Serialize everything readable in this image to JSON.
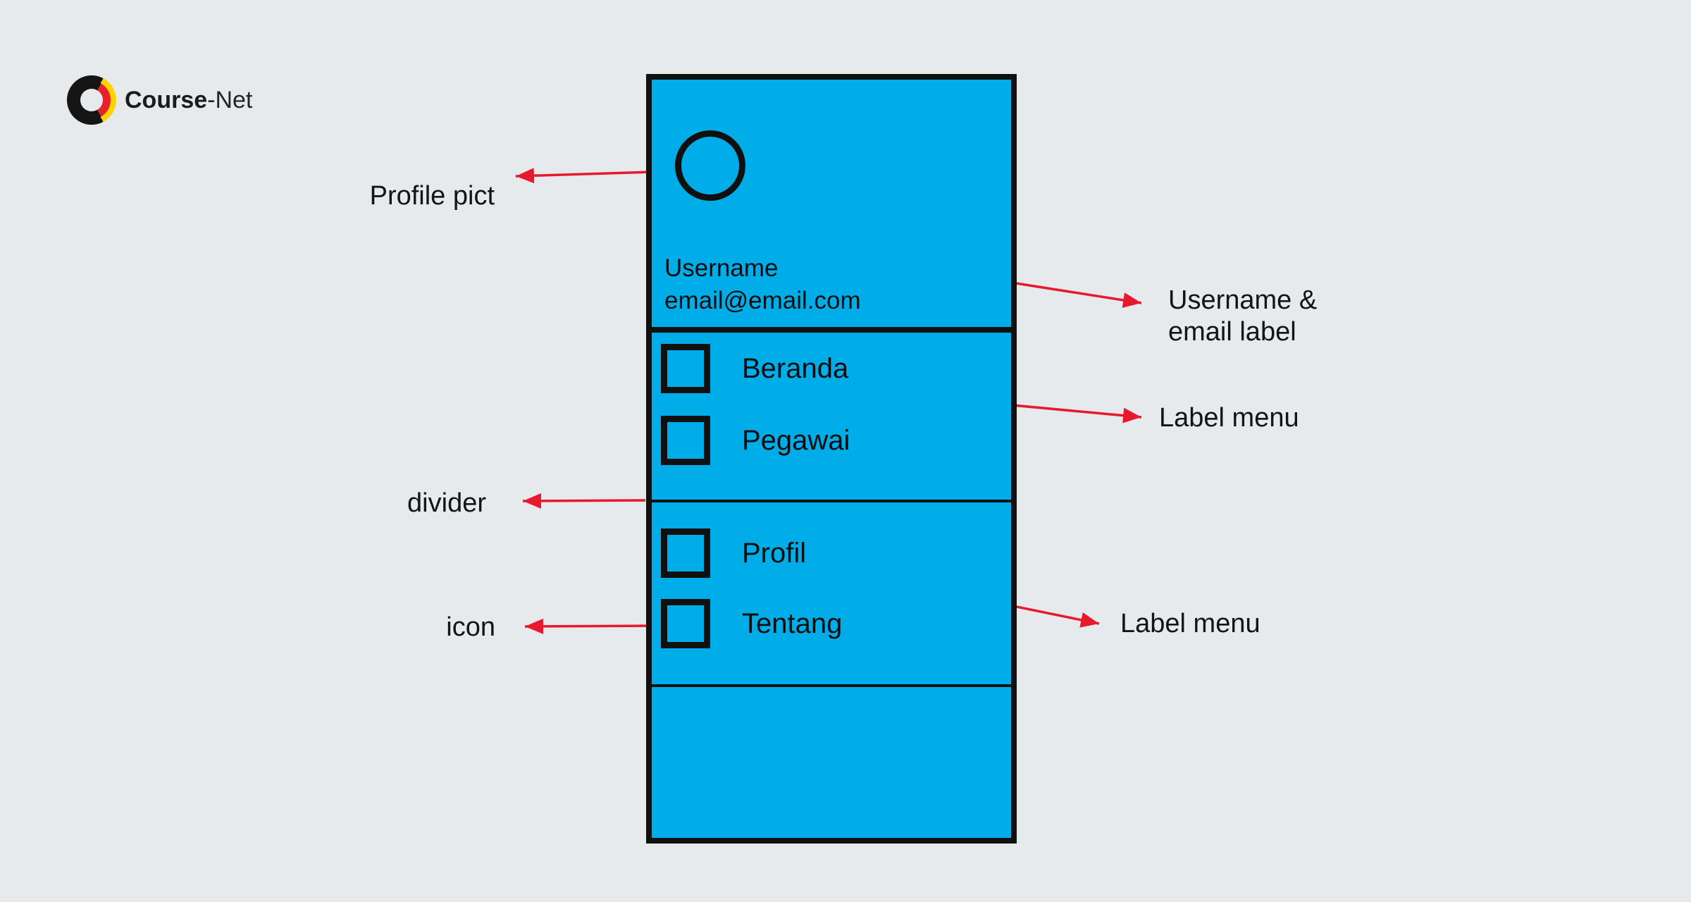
{
  "page": {
    "background_color": "#E7EAEC",
    "text_color": "#141414"
  },
  "logo": {
    "brand_bold": "Course",
    "brand_light": "-Net",
    "ring_black": "#151515",
    "ring_red": "#E62129",
    "ring_yellow": "#FFD200"
  },
  "drawer": {
    "fill_color": "#00ADE9",
    "outline_color": "#101010",
    "header": {
      "username": "Username",
      "email": "email@email.com"
    },
    "menu_groups": [
      {
        "items": [
          {
            "label": "Beranda"
          },
          {
            "label": "Pegawai"
          }
        ]
      },
      {
        "items": [
          {
            "label": "Profil"
          },
          {
            "label": "Tentang"
          }
        ]
      }
    ]
  },
  "annotations": {
    "arrow_color": "#E8192C",
    "left": [
      {
        "label": "Profile pict"
      },
      {
        "label": "divider"
      },
      {
        "label": "icon"
      }
    ],
    "right": [
      {
        "lines": [
          "Username &",
          "email label"
        ]
      },
      {
        "label": "Label menu"
      },
      {
        "label": "Label menu"
      }
    ]
  }
}
